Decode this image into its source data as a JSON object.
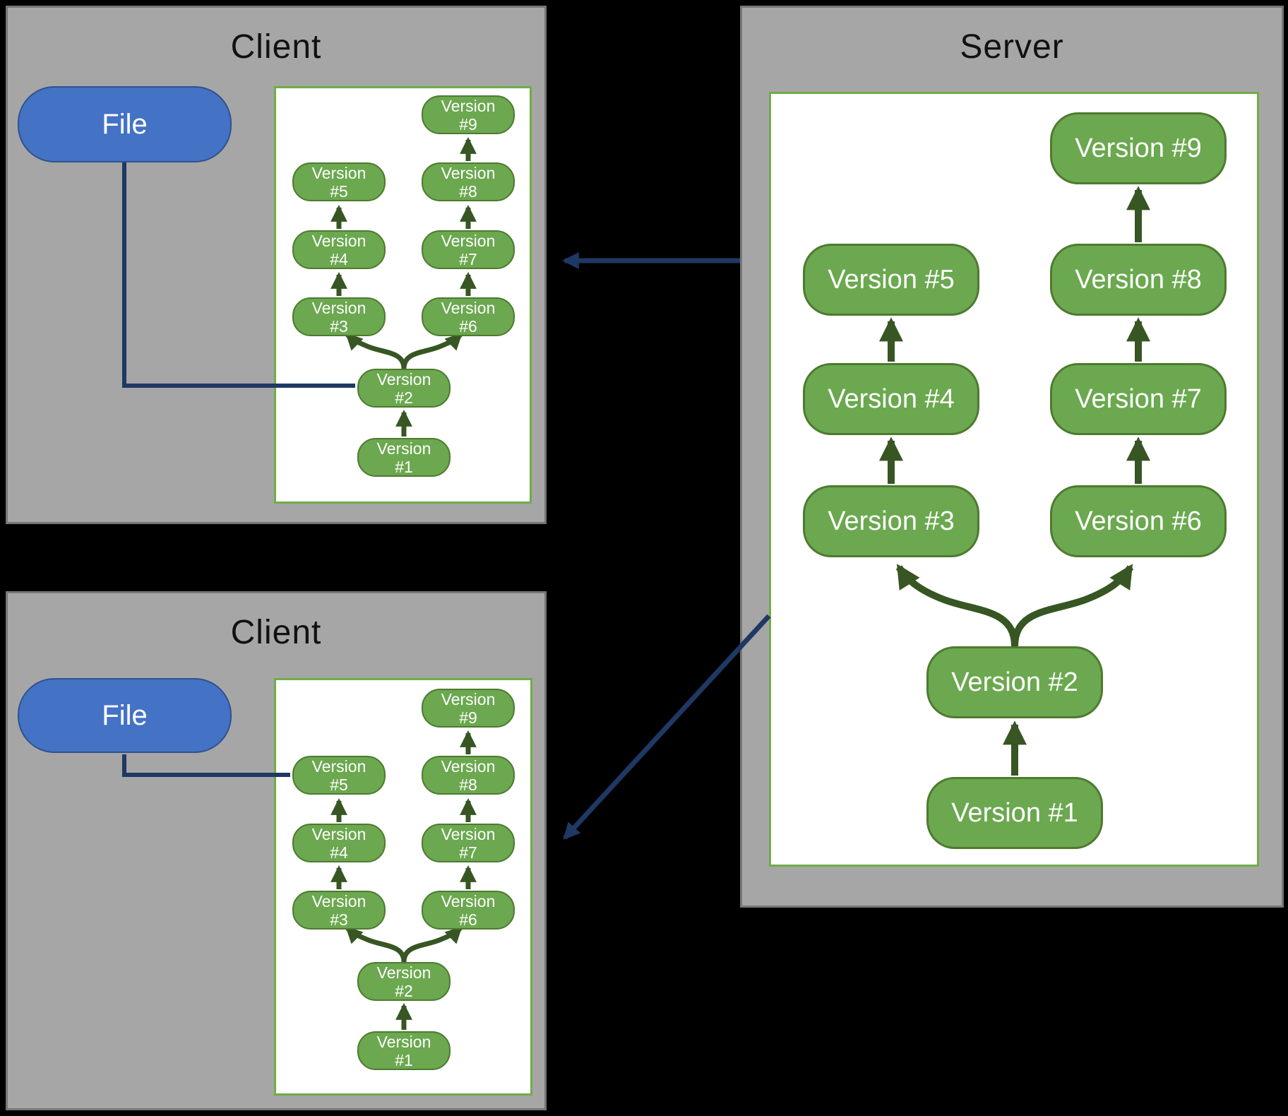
{
  "colors": {
    "background": "#000000",
    "box_fill": "#a6a6a6",
    "box_border": "#767676",
    "panel_fill": "#ffffff",
    "panel_border": "#70ad47",
    "node_fill": "#6ba84f",
    "node_border": "#4e7a30",
    "file_fill": "#4472c4",
    "file_border": "#2f528f",
    "green_arrow": "#375623",
    "navy_line": "#1f3864",
    "title_text": "#111111",
    "node_text": "#ffffff"
  },
  "boxes": {
    "client_top": {
      "title": "Client",
      "file_label": "File",
      "nodes": [
        {
          "line1": "Version",
          "line2": "#1"
        },
        {
          "line1": "Version",
          "line2": "#2"
        },
        {
          "line1": "Version",
          "line2": "#3"
        },
        {
          "line1": "Version",
          "line2": "#4"
        },
        {
          "line1": "Version",
          "line2": "#5"
        },
        {
          "line1": "Version",
          "line2": "#6"
        },
        {
          "line1": "Version",
          "line2": "#7"
        },
        {
          "line1": "Version",
          "line2": "#8"
        },
        {
          "line1": "Version",
          "line2": "#9"
        }
      ]
    },
    "client_bottom": {
      "title": "Client",
      "file_label": "File",
      "nodes": [
        {
          "line1": "Version",
          "line2": "#1"
        },
        {
          "line1": "Version",
          "line2": "#2"
        },
        {
          "line1": "Version",
          "line2": "#3"
        },
        {
          "line1": "Version",
          "line2": "#4"
        },
        {
          "line1": "Version",
          "line2": "#5"
        },
        {
          "line1": "Version",
          "line2": "#6"
        },
        {
          "line1": "Version",
          "line2": "#7"
        },
        {
          "line1": "Version",
          "line2": "#8"
        },
        {
          "line1": "Version",
          "line2": "#9"
        }
      ]
    },
    "server": {
      "title": "Server",
      "nodes": [
        {
          "label": "Version #1"
        },
        {
          "label": "Version #2"
        },
        {
          "label": "Version #3"
        },
        {
          "label": "Version #4"
        },
        {
          "label": "Version #5"
        },
        {
          "label": "Version #6"
        },
        {
          "label": "Version #7"
        },
        {
          "label": "Version #8"
        },
        {
          "label": "Version #9"
        }
      ]
    }
  },
  "version_graph_edges": [
    "v1->v2",
    "v2->v3",
    "v3->v4",
    "v4->v5",
    "v2->v6",
    "v6->v7",
    "v7->v8",
    "v8->v9"
  ],
  "cross_connections": [
    {
      "from": "server",
      "to": "client_top",
      "type": "navy-arrow-horizontal"
    },
    {
      "from": "server",
      "to": "client_bottom",
      "type": "navy-arrow-diagonal"
    },
    {
      "from": "client_top.file",
      "to": "client_top.version2",
      "type": "navy-line"
    },
    {
      "from": "client_bottom.file",
      "to": "client_bottom.version5",
      "type": "navy-line"
    }
  ]
}
